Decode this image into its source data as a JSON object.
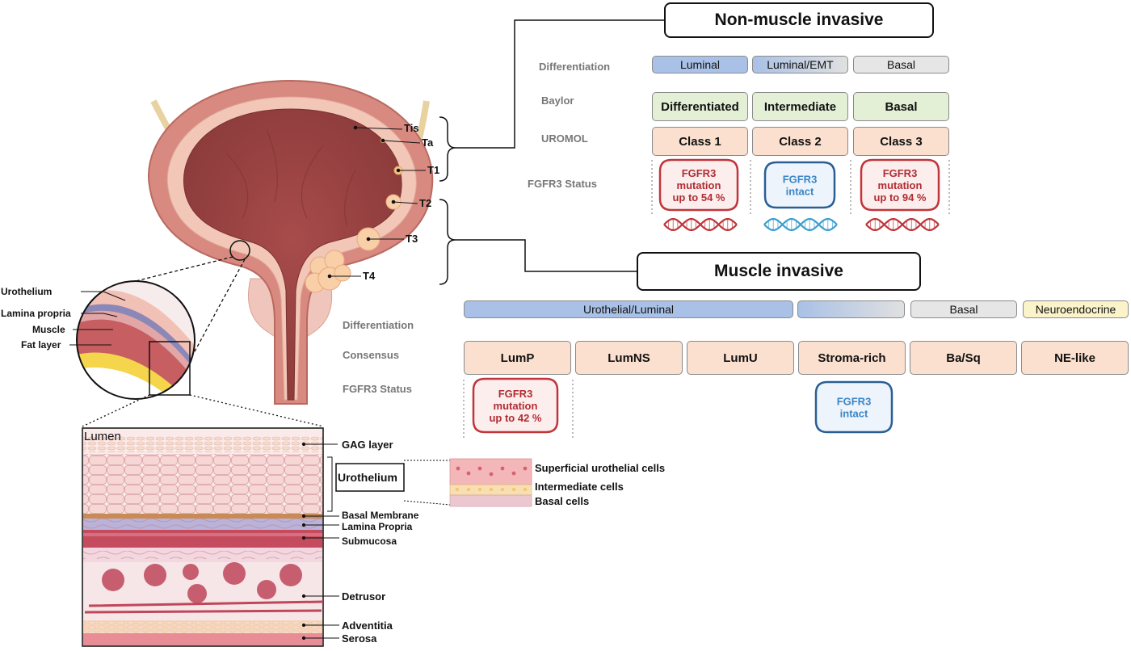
{
  "nmi": {
    "title": "Non-muscle invasive",
    "row_labels": {
      "differentiation": "Differentiation",
      "baylor": "Baylor",
      "uromol": "UROMOL",
      "fgfr3": "FGFR3 Status"
    },
    "differentiation": [
      "Luminal",
      "Luminal/EMT",
      "Basal"
    ],
    "baylor": [
      "Differentiated",
      "Intermediate",
      "Basal"
    ],
    "uromol": [
      "Class 1",
      "Class 2",
      "Class 3"
    ],
    "fgfr3": [
      {
        "l1": "FGFR3",
        "l2": "mutation",
        "l3": "up to 54 %"
      },
      {
        "l1": "FGFR3",
        "l2": "intact"
      },
      {
        "l1": "FGFR3",
        "l2": "mutation",
        "l3": "up to 94 %"
      }
    ]
  },
  "mi": {
    "title": "Muscle invasive",
    "row_labels": {
      "differentiation": "Differentiation",
      "consensus": "Consensus",
      "fgfr3": "FGFR3 Status"
    },
    "differentiation": [
      "Urothelial/Luminal",
      "Basal",
      "Neuroendocrine"
    ],
    "consensus": [
      "LumP",
      "LumNS",
      "LumU",
      "Stroma-rich",
      "Ba/Sq",
      "NE-like"
    ],
    "fgfr3": [
      {
        "l1": "FGFR3",
        "l2": "mutation",
        "l3": "up to 42 %"
      },
      {
        "l1": "FGFR3",
        "l2": "intact"
      }
    ]
  },
  "stages": [
    "Tis",
    "Ta",
    "T1",
    "T2",
    "T3",
    "T4"
  ],
  "magnified_layers": [
    "Urothelium",
    "Lamina propria",
    "Muscle",
    "Fat layer"
  ],
  "wall": {
    "lumen": "Lumen",
    "gag": "GAG layer",
    "urothelium": "Urothelium",
    "basal_membrane": "Basal Membrane",
    "lamina_propria": "Lamina Propria",
    "submucosa": "Submucosa",
    "detrusor": "Detrusor",
    "adventitia": "Adventitia",
    "serosa": "Serosa"
  },
  "cells": {
    "superficial": "Superficial urothelial cells",
    "intermediate": "Intermediate cells",
    "basal": "Basal cells"
  },
  "colors": {
    "luminal": "#a9c1e6",
    "basal": "#e6e6e6",
    "baylor": "#e3f0d6",
    "uromol": "#fbe0cf",
    "neuro": "#fbf3c9",
    "mutation": "#c0353a",
    "intact": "#2a5f96",
    "tissue": "#c86a6a"
  }
}
